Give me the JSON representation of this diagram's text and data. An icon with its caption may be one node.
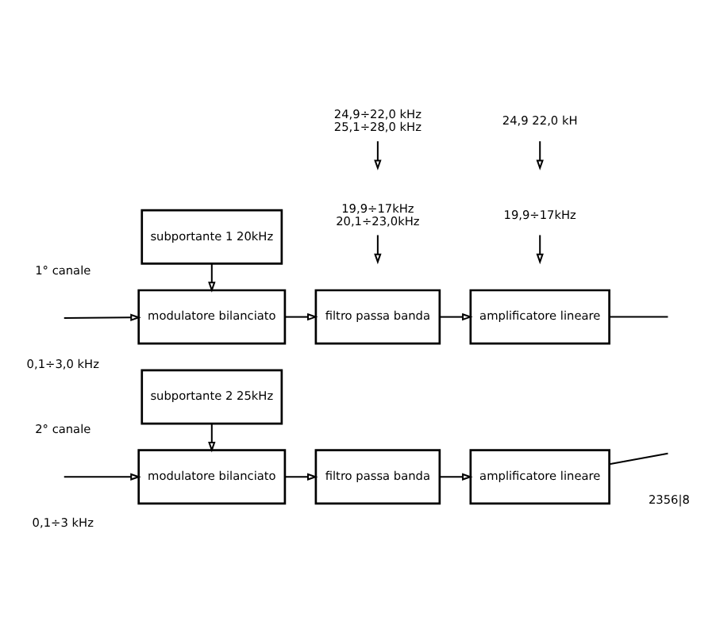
{
  "diagram": {
    "nodes": [
      {
        "text": [
          "modulatore bilanciato"
        ]
      },
      {
        "text": [
          "filtro passa banda"
        ]
      },
      {
        "text": [
          "amplificatore lineare"
        ]
      },
      {
        "text": [
          "subportante 1 20kHz"
        ]
      },
      {
        "text": [
          "modulatore bilanciato"
        ]
      },
      {
        "text": [
          "filtro passa banda"
        ]
      },
      {
        "text": [
          "amplificatore lineare"
        ]
      },
      {
        "text": [
          "subportante 2 25kHz"
        ]
      },
      {
        "text": [
          "19,9÷17kHz",
          "20,1÷23,0kHz"
        ]
      },
      {
        "text": [
          "19,9÷17kHz"
        ]
      },
      {
        "text": [
          "24,9÷22,0 kHz",
          "25,1÷28,0 kHz"
        ]
      },
      {
        "text": [
          "24,9 22,0 kH"
        ]
      }
    ],
    "edges": [
      {
        "from": null,
        "to": 0,
        "arrow": "to"
      },
      {
        "from": 0,
        "to": 1,
        "arrow": "to"
      },
      {
        "from": 1,
        "to": 2,
        "arrow": "to"
      },
      {
        "from": 2,
        "to": null,
        "arrow": "none"
      },
      {
        "from": 3,
        "to": 0,
        "arrow": "to"
      },
      {
        "from": 8,
        "to": null,
        "arrow": "to"
      },
      {
        "from": 9,
        "to": null,
        "arrow": "to"
      },
      {
        "from": null,
        "to": 4,
        "arrow": "to"
      },
      {
        "from": 4,
        "to": 5,
        "arrow": "to"
      },
      {
        "from": 5,
        "to": 6,
        "arrow": "to"
      },
      {
        "from": 6,
        "to": null,
        "arrow": "none"
      },
      {
        "from": 7,
        "to": 4,
        "arrow": "to"
      },
      {
        "from": 10,
        "to": null,
        "arrow": "to"
      },
      {
        "from": 11,
        "to": null,
        "arrow": "to"
      }
    ],
    "labels": [
      "1° canale",
      "0,1÷3,0 kHz",
      "2° canale",
      "0,1÷3 kHz",
      "2356|8"
    ]
  }
}
